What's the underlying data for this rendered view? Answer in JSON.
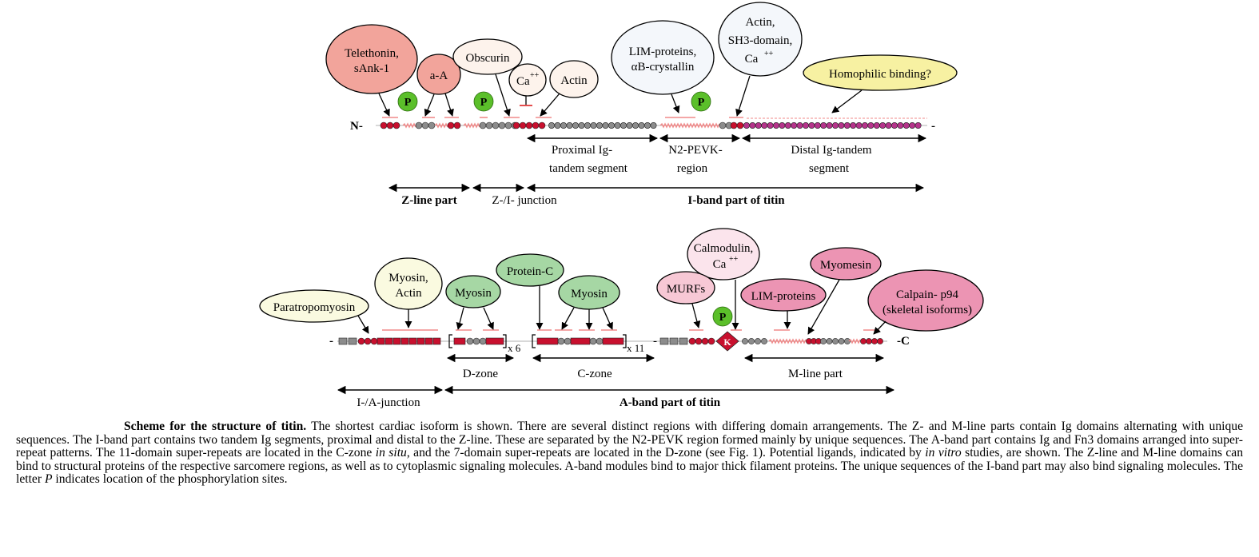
{
  "top": {
    "n_terminus": "N-",
    "c_end": "-",
    "ligands": {
      "telethonin": [
        "Telethonin,",
        "sAnk-1"
      ],
      "a_actinin": "a-A",
      "obscurin": "Obscurin",
      "ca": "Ca",
      "ca_sup": "++",
      "actin": "Actin",
      "lim": [
        "LIM-proteins,",
        "αB-crystallin"
      ],
      "actin_sh3": [
        "Actin,",
        "SH3-domain,",
        "Ca"
      ],
      "actin_sh3_sup": "++",
      "homophilic": "Homophilic binding?"
    },
    "phospho": "P",
    "region_labels": {
      "proximal": [
        "Proximal Ig-",
        "tandem segment"
      ],
      "n2pevk": [
        "N2-PEVK-",
        "region"
      ],
      "distal": [
        "Distal Ig-tandem",
        "segment"
      ]
    },
    "parts": {
      "zline": "Z-line part",
      "zi_junction": "Z-/I- junction",
      "iband": "I-band part of titin"
    }
  },
  "bottom": {
    "n_end": "-",
    "c_terminus": "-C",
    "repeat_d": "x 6",
    "repeat_c": "x 11",
    "repeat_dash": "-",
    "ligands": {
      "paratropomyosin": "Paratropomyosin",
      "myosin_actin": [
        "Myosin,",
        "Actin"
      ],
      "myosin_d": "Myosin",
      "protein_c": "Protein-C",
      "myosin_c": "Myosin",
      "calmodulin": [
        "Calmodulin,",
        "Ca"
      ],
      "calmodulin_sup": "++",
      "murfs": "MURFs",
      "myomesin": "Myomesin",
      "lim": "LIM-proteins",
      "calpain": [
        "Calpain- p94",
        "(skeletal isoforms)"
      ]
    },
    "phospho": "P",
    "kinase": "K",
    "region_labels": {
      "dzone": "D-zone",
      "czone": "C-zone",
      "mline": "M-line part"
    },
    "parts": {
      "ia_junction": "I-/A-junction",
      "aband": "A-band part of titin"
    }
  },
  "caption": {
    "title": "Scheme for the structure of titin.",
    "s1": " The shortest cardiac isoform is shown. There are several distinct regions with differing domain arrangements. The Z- and M-line parts contain Ig domains alternating with unique sequences. The I-band part contains two tandem Ig segments, proximal and distal to the Z-line. These are separated by the N2-PEVK region formed mainly by unique sequences. The A-band part contains Ig and Fn3 domains arranged into super-repeat patterns. The 11-domain super-repeats are located in the C-zone ",
    "insitu": "in situ",
    "s2": ", and the 7-domain super-repeats are located in the D-zone (see Fig. 1). Potential ligands, indicated by ",
    "invitro": "in vitro",
    "s3": " studies, are shown. The Z-line and M-line domains can bind to structural proteins of the respective sarcomere regions, as well as to cytoplasmic signaling molecules. A-band modules bind to major thick filament proteins. The unique sequences of the I-band part may also bind signaling molecules. The letter ",
    "pletter": "P",
    "s4": " indicates location of the phosphorylation sites."
  },
  "colors": {
    "ig_domain": "#c8102e",
    "gray_domain": "#8c8c8c",
    "distal_domain": "#b5348b",
    "unique_seq": "#f08a8a",
    "bubble_salmon": "#f2a49b",
    "bubble_light": "#fdf3ec",
    "bubble_ivory": "#fafae0",
    "bubble_yellow": "#f7f1a2",
    "bubble_green": "#a6d7a4",
    "bubble_pink": "#f7c8d5",
    "bubble_pink_dark": "#ec94b3",
    "phospho_green": "#5bbf2a"
  }
}
